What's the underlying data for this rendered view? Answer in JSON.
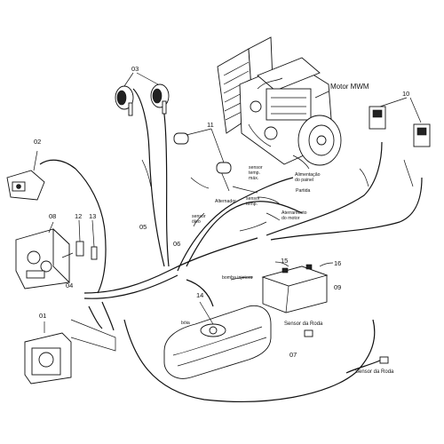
{
  "diagram": {
    "callouts": {
      "c01": "01",
      "c02": "02",
      "c03": "03",
      "c04": "04",
      "c05": "05",
      "c06": "06",
      "c07": "07",
      "c08": "08",
      "c09": "09",
      "c10": "10",
      "c11": "11",
      "c12": "12",
      "c13": "13",
      "c14": "14",
      "c15": "15",
      "c16": "16"
    },
    "labels": {
      "motor": "Motor MWM",
      "sensor_temp_max_1": "sensor",
      "sensor_temp_max_2": "temp.",
      "sensor_temp_max_3": "máx.",
      "alimentacao_1": "Alimentação",
      "alimentacao_2": "do painel",
      "partida": "Partida",
      "sensor_temp_1": "sensor",
      "sensor_temp_2": "temp.",
      "alternador": "Alternador",
      "sensor_oleo_1": "sensor",
      "sensor_oleo_2": "óleo",
      "aterramento_1": "Aterramento",
      "aterramento_2": "do motor",
      "bomba_injetora": "bomba injetora",
      "boia": "bóia",
      "sensor_roda_1": "Sensor da Roda",
      "sensor_roda_2": "Sensor da Roda"
    }
  }
}
